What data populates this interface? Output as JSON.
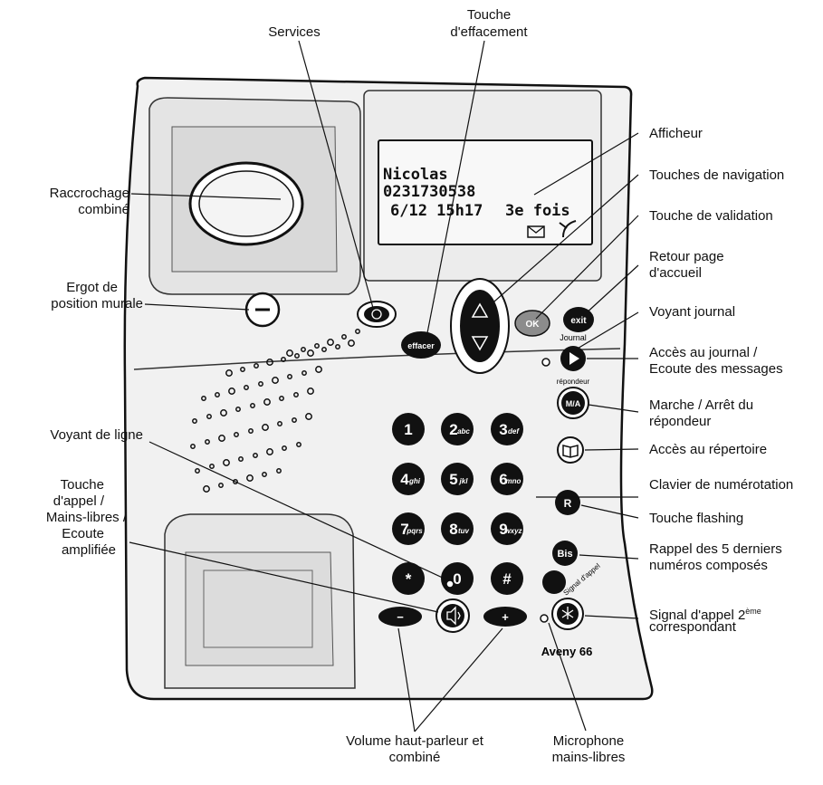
{
  "labels": {
    "services": "Services",
    "touche_effacement_1": "Touche",
    "touche_effacement_2": "d'effacement",
    "afficheur": "Afficheur",
    "touches_navigation": "Touches de navigation",
    "touche_validation": "Touche de validation",
    "retour_1": "Retour page",
    "retour_2": "d'accueil",
    "voyant_journal": "Voyant journal",
    "acces_journal_1": "Accès au journal /",
    "acces_journal_2": "Ecoute des messages",
    "marche_1": "Marche / Arrêt du",
    "marche_2": "répondeur",
    "acces_repertoire": "Accès au répertoire",
    "clavier": "Clavier de numérotation",
    "flashing": "Touche flashing",
    "rappel_1": "Rappel des 5 derniers",
    "rappel_2": "numéros composés",
    "signal_1": "Signal d'appel 2",
    "signal_sup": "ème",
    "signal_2": "correspondant",
    "raccrochage_1": "Raccrochage",
    "raccrochage_2": "combiné",
    "ergot_1": "Ergot de",
    "ergot_2": "position murale",
    "voyant_ligne": "Voyant de ligne",
    "appel_1": "Touche",
    "appel_2": "d'appel /",
    "appel_3": "Mains-libres /",
    "appel_4": "Ecoute",
    "appel_5": "amplifiée",
    "volume_1": "Volume haut-parleur et",
    "volume_2": "combiné",
    "micro_1": "Microphone",
    "micro_2": "mains-libres"
  },
  "display": {
    "line1": "Nicolas",
    "line2": "0231730538",
    "line3_date": "6/12 15h17",
    "line3_count": "3e fois"
  },
  "keys": {
    "k1": "1",
    "k2": "2",
    "k2s": "abc",
    "k3": "3",
    "k3s": "def",
    "k4": "4",
    "k4s": "ghi",
    "k5": "5",
    "k5s": "jkl",
    "k6": "6",
    "k6s": "mno",
    "k7": "7",
    "k7s": "pqrs",
    "k8": "8",
    "k8s": "tuv",
    "k9": "9",
    "k9s": "wxyz",
    "kstar": "*",
    "k0": "0",
    "khash": "#",
    "effacer": "effacer",
    "ok": "OK",
    "exit": "exit",
    "journal": "Journal",
    "repondeur": "répondeur",
    "ma": "M/A",
    "r": "R",
    "bis": "Bis",
    "signal": "Signal d'appel",
    "minus": "−",
    "plus": "+"
  },
  "brand": "Aveny 66"
}
